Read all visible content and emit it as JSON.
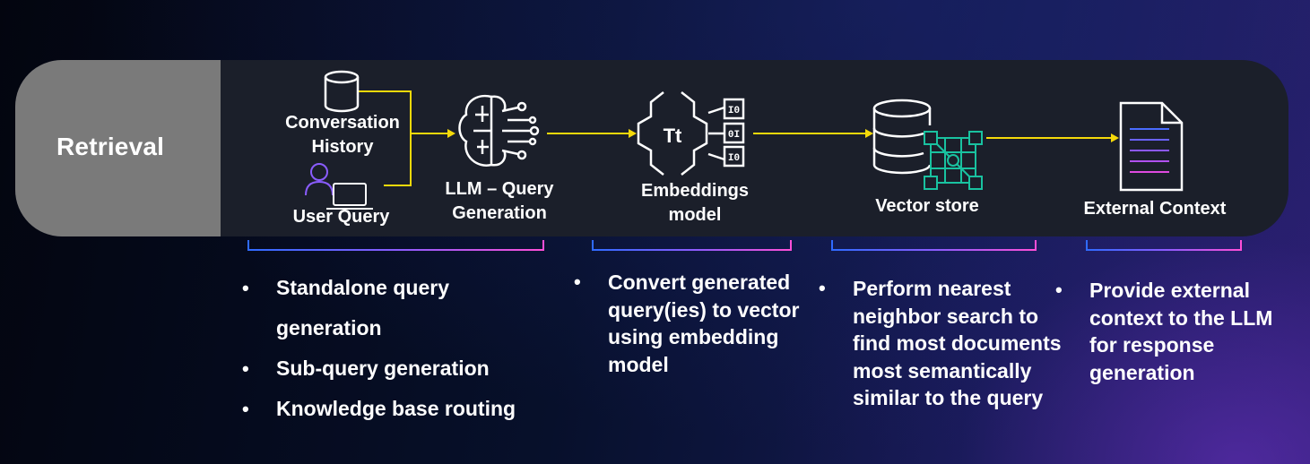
{
  "band": {
    "label": "Retrieval"
  },
  "nodes": {
    "conversation_history": "Conversation\nHistory",
    "user_query": "User Query",
    "llm_query_generation": "LLM – Query\nGeneration",
    "embeddings_model": "Embeddings\nmodel",
    "vector_store": "Vector store",
    "external_context": "External Context"
  },
  "bullets": {
    "query_generation": [
      "Standalone query generation",
      "Sub-query generation",
      "Knowledge base routing"
    ],
    "embeddings": [
      "Convert generated query(ies) to vector using embedding model"
    ],
    "vector_store": [
      "Perform nearest neighbor search to find most documents most semantically similar to the query"
    ],
    "external_context": [
      "Provide external context to the LLM for response generation"
    ]
  },
  "icons": {
    "database": "database-icon",
    "user": "user-icon",
    "laptop": "laptop-icon",
    "brain": "brain-circuit-icon",
    "embeddings": "embeddings-icon",
    "vector_store": "vector-database-icon",
    "document": "document-icon"
  },
  "colors": {
    "arrow": "#f5d90a",
    "teal": "#19c2a0",
    "label_box": "#7a7a7a",
    "band": "#1b1f2a"
  }
}
